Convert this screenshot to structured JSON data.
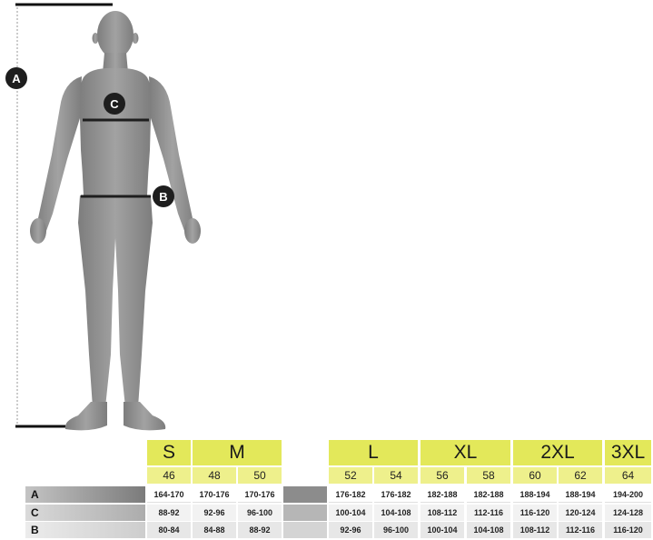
{
  "markers": {
    "a": "A",
    "b": "B",
    "c": "C"
  },
  "colors": {
    "size_header": "#e3e85a",
    "eu_size": "#eef08c",
    "silhouette": "#8f8f8f",
    "marker": "#1e1e1e"
  },
  "table": {
    "sizes": [
      "S",
      "M",
      "L",
      "XL",
      "2XL",
      "3XL"
    ],
    "eu_sizes": [
      "46",
      "48",
      "50",
      "52",
      "54",
      "56",
      "58",
      "60",
      "62",
      "64"
    ],
    "rows": [
      {
        "label": "A",
        "values": [
          "164-170",
          "170-176",
          "170-176",
          "176-182",
          "176-182",
          "182-188",
          "182-188",
          "188-194",
          "188-194",
          "194-200"
        ]
      },
      {
        "label": "C",
        "values": [
          "88-92",
          "92-96",
          "96-100",
          "100-104",
          "104-108",
          "108-112",
          "112-116",
          "116-120",
          "120-124",
          "124-128"
        ]
      },
      {
        "label": "B",
        "values": [
          "80-84",
          "84-88",
          "88-92",
          "92-96",
          "96-100",
          "100-104",
          "104-108",
          "108-112",
          "112-116",
          "116-120"
        ]
      }
    ]
  }
}
